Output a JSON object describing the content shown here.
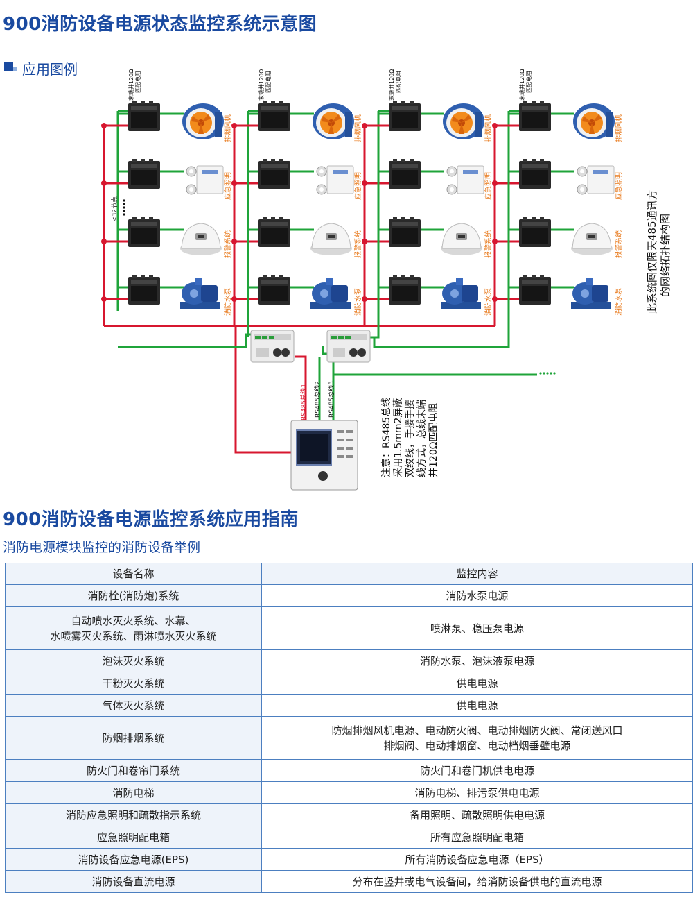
{
  "titles": {
    "diagram_title": "900消防设备电源状态监控系统示意图",
    "guide_title": "900消防设备电源监控系统应用指南",
    "guide_subtitle": "消防电源模块监控的消防设备举例"
  },
  "legend": {
    "label": "应用图例"
  },
  "diagram": {
    "terminal_resistor_line1": "末端并120Ω",
    "terminal_resistor_line2": "匹配电阻",
    "device_labels": [
      "排烟风机",
      "应急照明",
      "报警系统",
      "消防水泵"
    ],
    "node_limit": "<32节点",
    "bus_labels": [
      "RS485总线1",
      "RS485总线2",
      "RS485总线3"
    ],
    "note_lines": [
      "注意：RS485总线",
      "采用1.5mm2屏蔽",
      "双绞线，手接手接",
      "线方式，总线末端",
      "并120Ω匹配电阻"
    ],
    "topology_note_lines": [
      "此系统图仅限天485通讯方",
      "的网络拓扑结构图"
    ],
    "colors": {
      "power_line": "#d7172f",
      "bus_line": "#1fa43a",
      "label": "#e8791b",
      "title": "#1a4aa0"
    },
    "icons": [
      "power-module-icon",
      "smoke-fan-icon",
      "emergency-light-icon",
      "alarm-detector-icon",
      "water-pump-icon",
      "repeater-icon",
      "monitor-host-icon"
    ]
  },
  "table": {
    "headers": [
      "设备名称",
      "监控内容"
    ],
    "rows": [
      {
        "name": "消防栓(消防炮)系统",
        "content": "消防水泵电源"
      },
      {
        "name": "自动喷水灭火系统、水幕、\n水喷雾灭火系统、雨淋喷水灭火系统",
        "content": "喷淋泵、稳压泵电源"
      },
      {
        "name": "泡沫灭火系统",
        "content": "消防水泵、泡沫液泵电源"
      },
      {
        "name": "干粉灭火系统",
        "content": "供电电源"
      },
      {
        "name": "气体灭火系统",
        "content": "供电电源"
      },
      {
        "name": "防烟排烟系统",
        "content": "防烟排烟风机电源、电动防火阀、电动排烟防火阀、常闭送风口\n排烟阀、电动排烟窗、电动档烟垂壁电源"
      },
      {
        "name": "防火门和卷帘门系统",
        "content": "防火门和卷门机供电电源"
      },
      {
        "name": "消防电梯",
        "content": "消防电梯、排污泵供电电源"
      },
      {
        "name": "消防应急照明和疏散指示系统",
        "content": "备用照明、疏散照明供电电源"
      },
      {
        "name": "应急照明配电箱",
        "content": "所有应急照明配电箱"
      },
      {
        "name": "消防设备应急电源(EPS)",
        "content": "所有消防设备应急电源（EPS）"
      },
      {
        "name": "消防设备直流电源",
        "content": "分布在竖井或电气设备间，给消防设备供电的直流电源"
      }
    ]
  }
}
